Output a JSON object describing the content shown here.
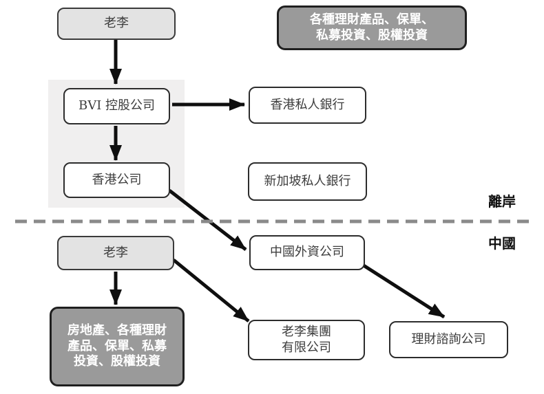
{
  "figure": {
    "kind": "offshore-structure-flowchart",
    "zones": {
      "offshore_label": "離岸",
      "china_label": "中國"
    },
    "nodes": {
      "laoli_top": "老李",
      "products_portfolio": "各種理財產品、保單、\n私募投資、股權投資",
      "bvi_holding": "BVI 控股公司",
      "hk_private_bank": "香港私人銀行",
      "hk_company": "香港公司",
      "sg_private_bank": "新加坡私人銀行",
      "china_foreign_company": "中國外資公司",
      "laoli_bottom": "老李",
      "domestic_assets": "房地產、各種理財\n產品、保單、私募\n投資、股權投資",
      "laoli_group": "老李集團\n有限公司",
      "wealth_consulting": "理財諮詢公司"
    },
    "edges": [
      {
        "from": "laoli_top",
        "to": "bvi_holding"
      },
      {
        "from": "bvi_holding",
        "to": "hk_private_bank"
      },
      {
        "from": "bvi_holding",
        "to": "hk_company"
      },
      {
        "from": "hk_company",
        "to": "china_foreign_company"
      },
      {
        "from": "laoli_bottom",
        "to": "laoli_group"
      },
      {
        "from": "laoli_bottom",
        "to": "domestic_assets"
      },
      {
        "from": "china_foreign_company",
        "to": "wealth_consulting"
      }
    ],
    "colors": {
      "light_node_fill": "#e3e3e3",
      "dark_node_fill": "#9a9a9a",
      "white_node_fill": "#ffffff",
      "node_border": "#2c2c2c",
      "offshore_region_bg": "#f0efef",
      "divider_gray": "#8a8a8a",
      "arrow_black": "#0f0f0f",
      "dark_node_text": "#ffffff",
      "node_text": "#3d3d3d"
    }
  }
}
